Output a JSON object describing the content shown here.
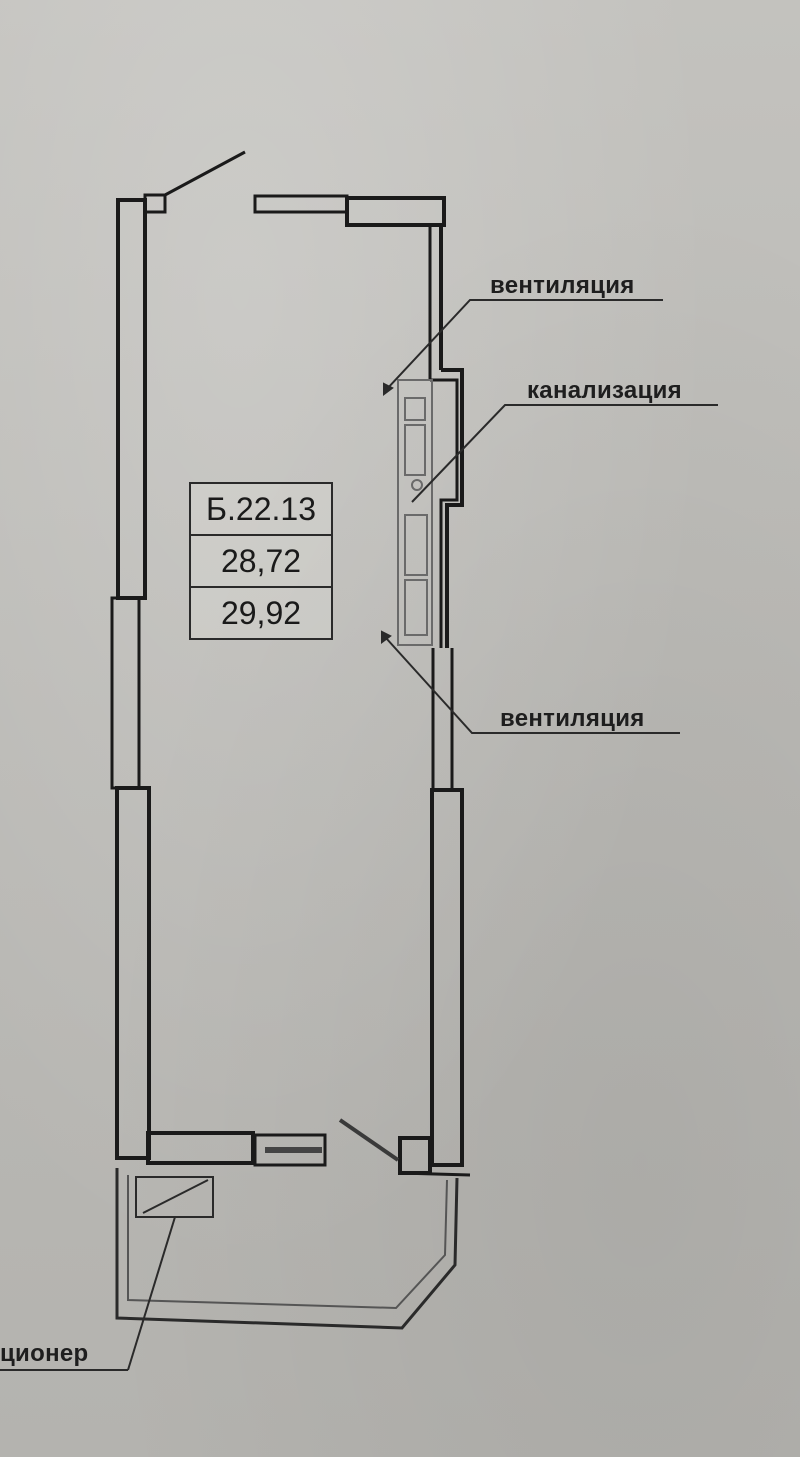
{
  "plan": {
    "unit_tag": {
      "unit_id": "Б.22.13",
      "area_1": "28,72",
      "area_2": "29,92"
    },
    "annotations": {
      "ventilation_top": "вентиляция",
      "sewerage": "канализация",
      "ventilation_bottom": "вентиляция",
      "air_conditioner_partial": "ционер"
    }
  },
  "colors": {
    "paper": "#bab9b5",
    "lines": "#1a1a1a",
    "text": "#1e1e1e"
  }
}
